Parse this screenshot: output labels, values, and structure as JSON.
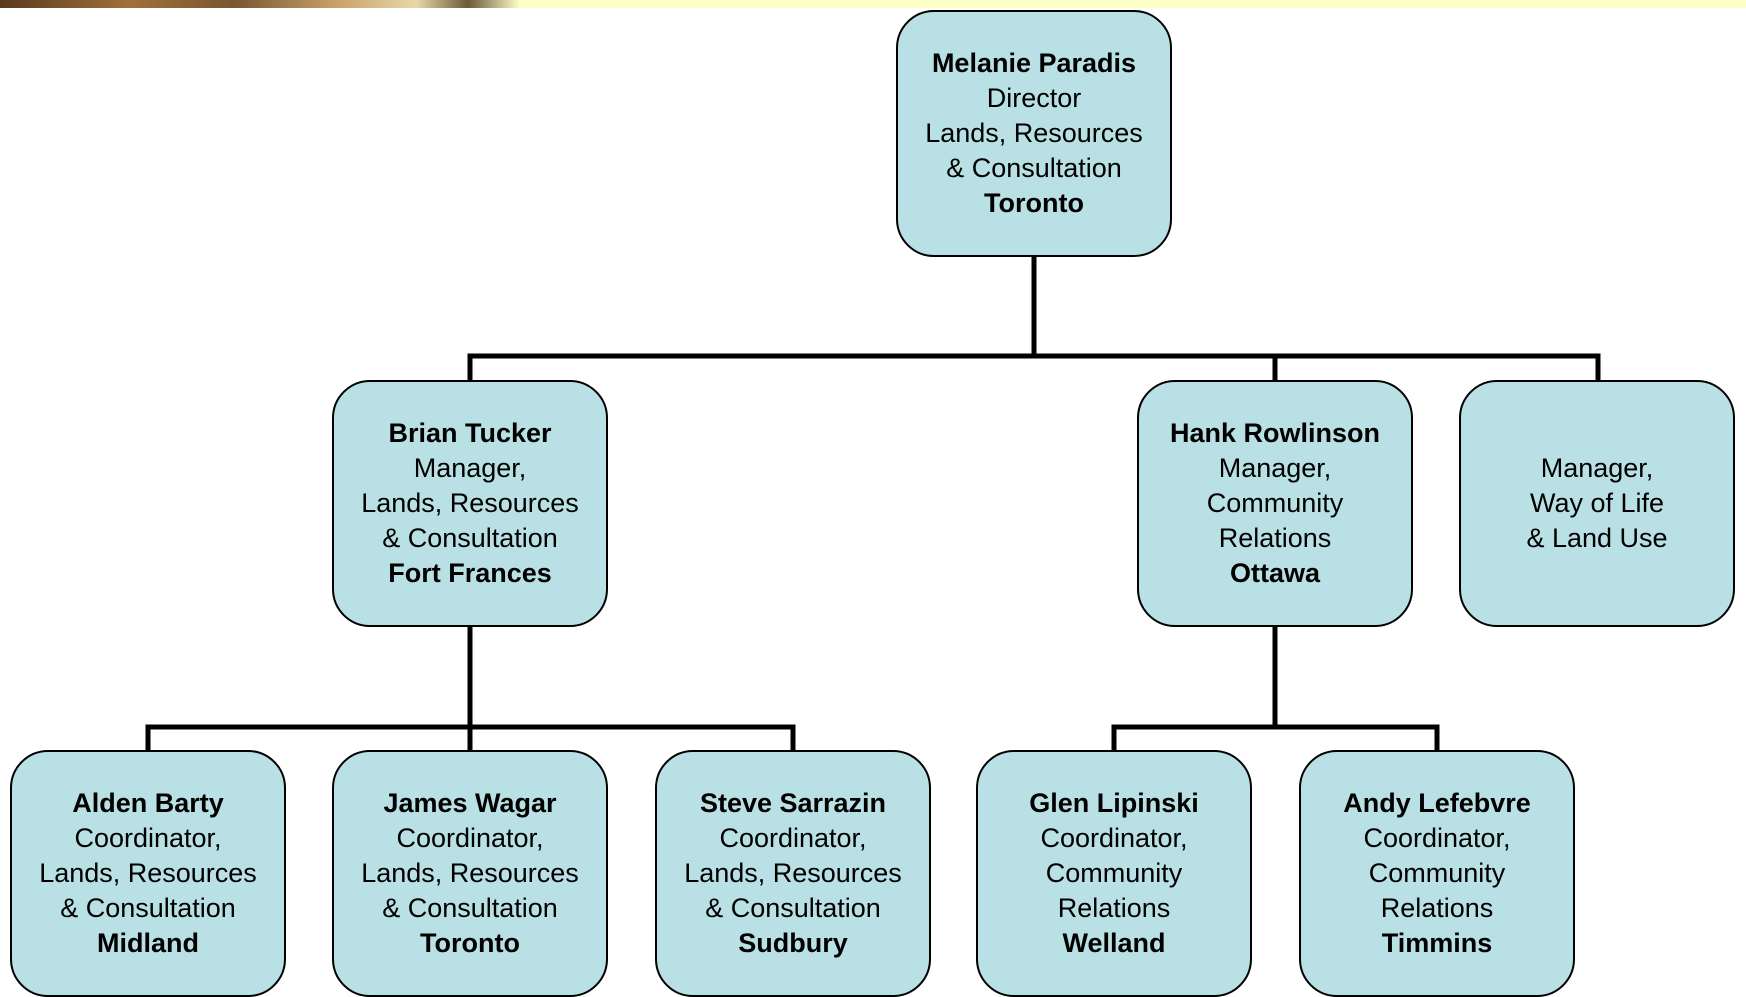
{
  "org_chart": {
    "director": {
      "name": "Melanie Paradis",
      "title": [
        "Director",
        "Lands, Resources",
        "& Consultation"
      ],
      "location": "Toronto"
    },
    "managers": [
      {
        "name": "Brian Tucker",
        "title": [
          "Manager,",
          "Lands, Resources",
          "& Consultation"
        ],
        "location": "Fort Frances",
        "reports": [
          {
            "name": "Alden Barty",
            "title": [
              "Coordinator,",
              "Lands, Resources",
              "& Consultation"
            ],
            "location": "Midland"
          },
          {
            "name": "James Wagar",
            "title": [
              "Coordinator,",
              "Lands, Resources",
              "& Consultation"
            ],
            "location": "Toronto"
          },
          {
            "name": "Steve Sarrazin",
            "title": [
              "Coordinator,",
              "Lands, Resources",
              "& Consultation"
            ],
            "location": "Sudbury"
          }
        ]
      },
      {
        "name": "Hank Rowlinson",
        "title": [
          "Manager,",
          "Community",
          "Relations"
        ],
        "location": "Ottawa",
        "reports": [
          {
            "name": "Glen Lipinski",
            "title": [
              "Coordinator,",
              "Community",
              "Relations"
            ],
            "location": "Welland"
          },
          {
            "name": "Andy Lefebvre",
            "title": [
              "Coordinator,",
              "Community",
              "Relations"
            ],
            "location": "Timmins"
          }
        ]
      },
      {
        "name": "",
        "title": [
          "Manager,",
          "Way of Life",
          "& Land Use"
        ],
        "location": "",
        "reports": []
      }
    ]
  },
  "colors": {
    "box_fill": "#b9e0e4",
    "line": "#000000",
    "top_band": "#ffffc8"
  }
}
